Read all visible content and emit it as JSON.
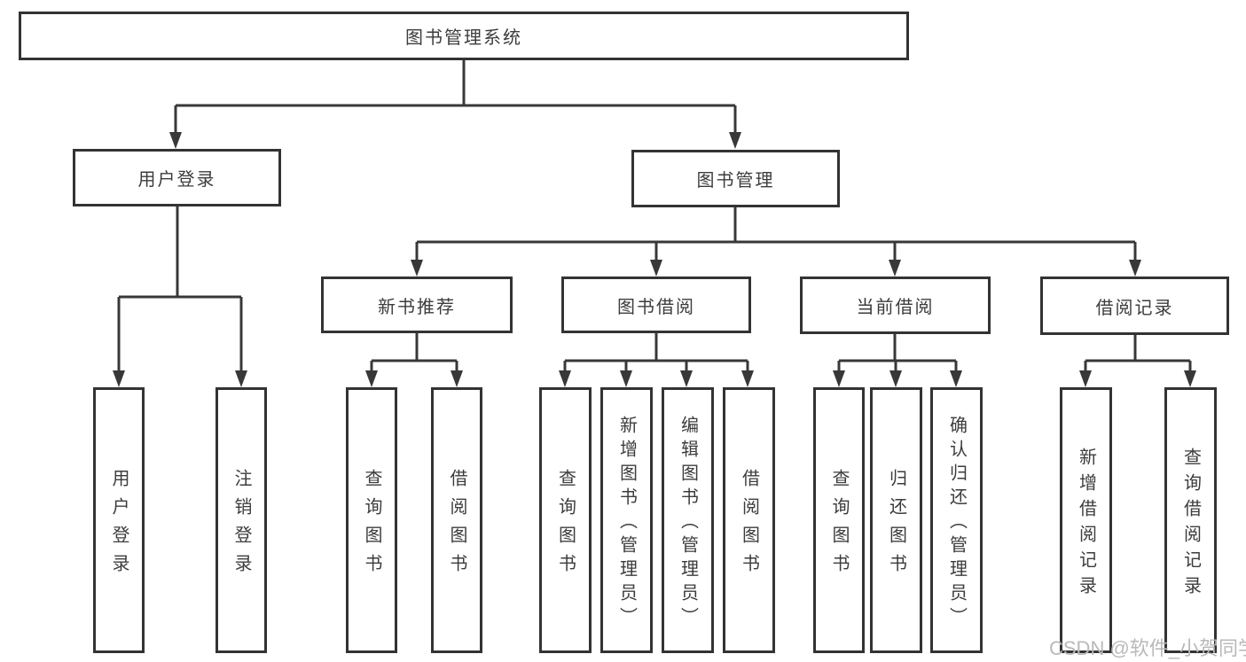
{
  "title": "图书管理系统",
  "tree": {
    "label": "图书管理系统",
    "children": [
      {
        "label": "用户登录",
        "children": [
          {
            "label": "用户登录"
          },
          {
            "label": "注销登录"
          }
        ]
      },
      {
        "label": "图书管理",
        "children": [
          {
            "label": "新书推荐",
            "children": [
              {
                "label": "查询图书"
              },
              {
                "label": "借阅图书"
              }
            ]
          },
          {
            "label": "图书借阅",
            "children": [
              {
                "label": "查询图书"
              },
              {
                "label": "新增图书（管理员）"
              },
              {
                "label": "编辑图书（管理员）"
              },
              {
                "label": "借阅图书"
              }
            ]
          },
          {
            "label": "当前借阅",
            "children": [
              {
                "label": "查询图书"
              },
              {
                "label": "归还图书"
              },
              {
                "label": "确认归还（管理员）"
              }
            ]
          },
          {
            "label": "借阅记录",
            "children": [
              {
                "label": "新增借阅记录"
              },
              {
                "label": "查询借阅记录"
              }
            ]
          }
        ]
      }
    ]
  },
  "watermark": {
    "text": "CSDN @软件_小贺同学",
    "color": "#b9b9b9"
  },
  "colors": {
    "background": "#ffffff",
    "line": "#383838",
    "box_border": "#333333",
    "text": "#3c3c3c"
  }
}
